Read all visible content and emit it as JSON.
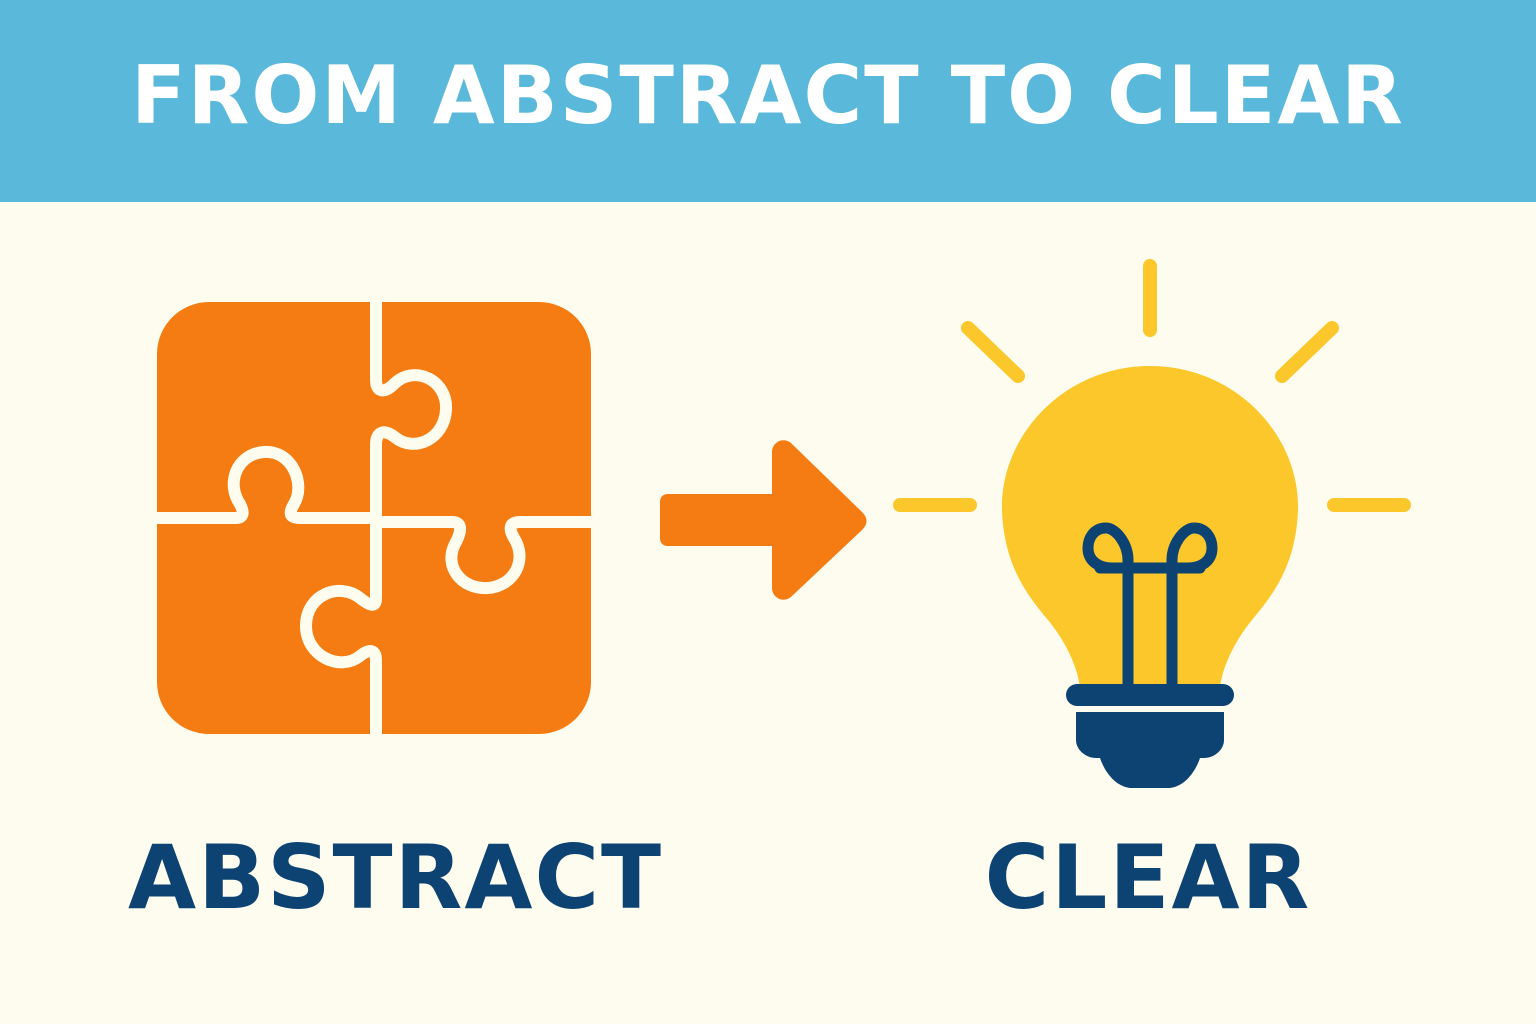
{
  "header": {
    "title": "FROM ABSTRACT TO CLEAR"
  },
  "labels": {
    "left": "ABSTRACT",
    "right": "CLEAR"
  },
  "icons": {
    "left": "puzzle-icon",
    "middle": "arrow-right-icon",
    "right": "lightbulb-icon"
  },
  "colors": {
    "header_bg": "#5ab8db",
    "page_bg": "#fefcef",
    "puzzle": "#f57c12",
    "arrow": "#f57c12",
    "bulb": "#fbc72b",
    "rays": "#fbc72b",
    "bulb_base": "#0c4373",
    "label_text": "#0c4373"
  }
}
